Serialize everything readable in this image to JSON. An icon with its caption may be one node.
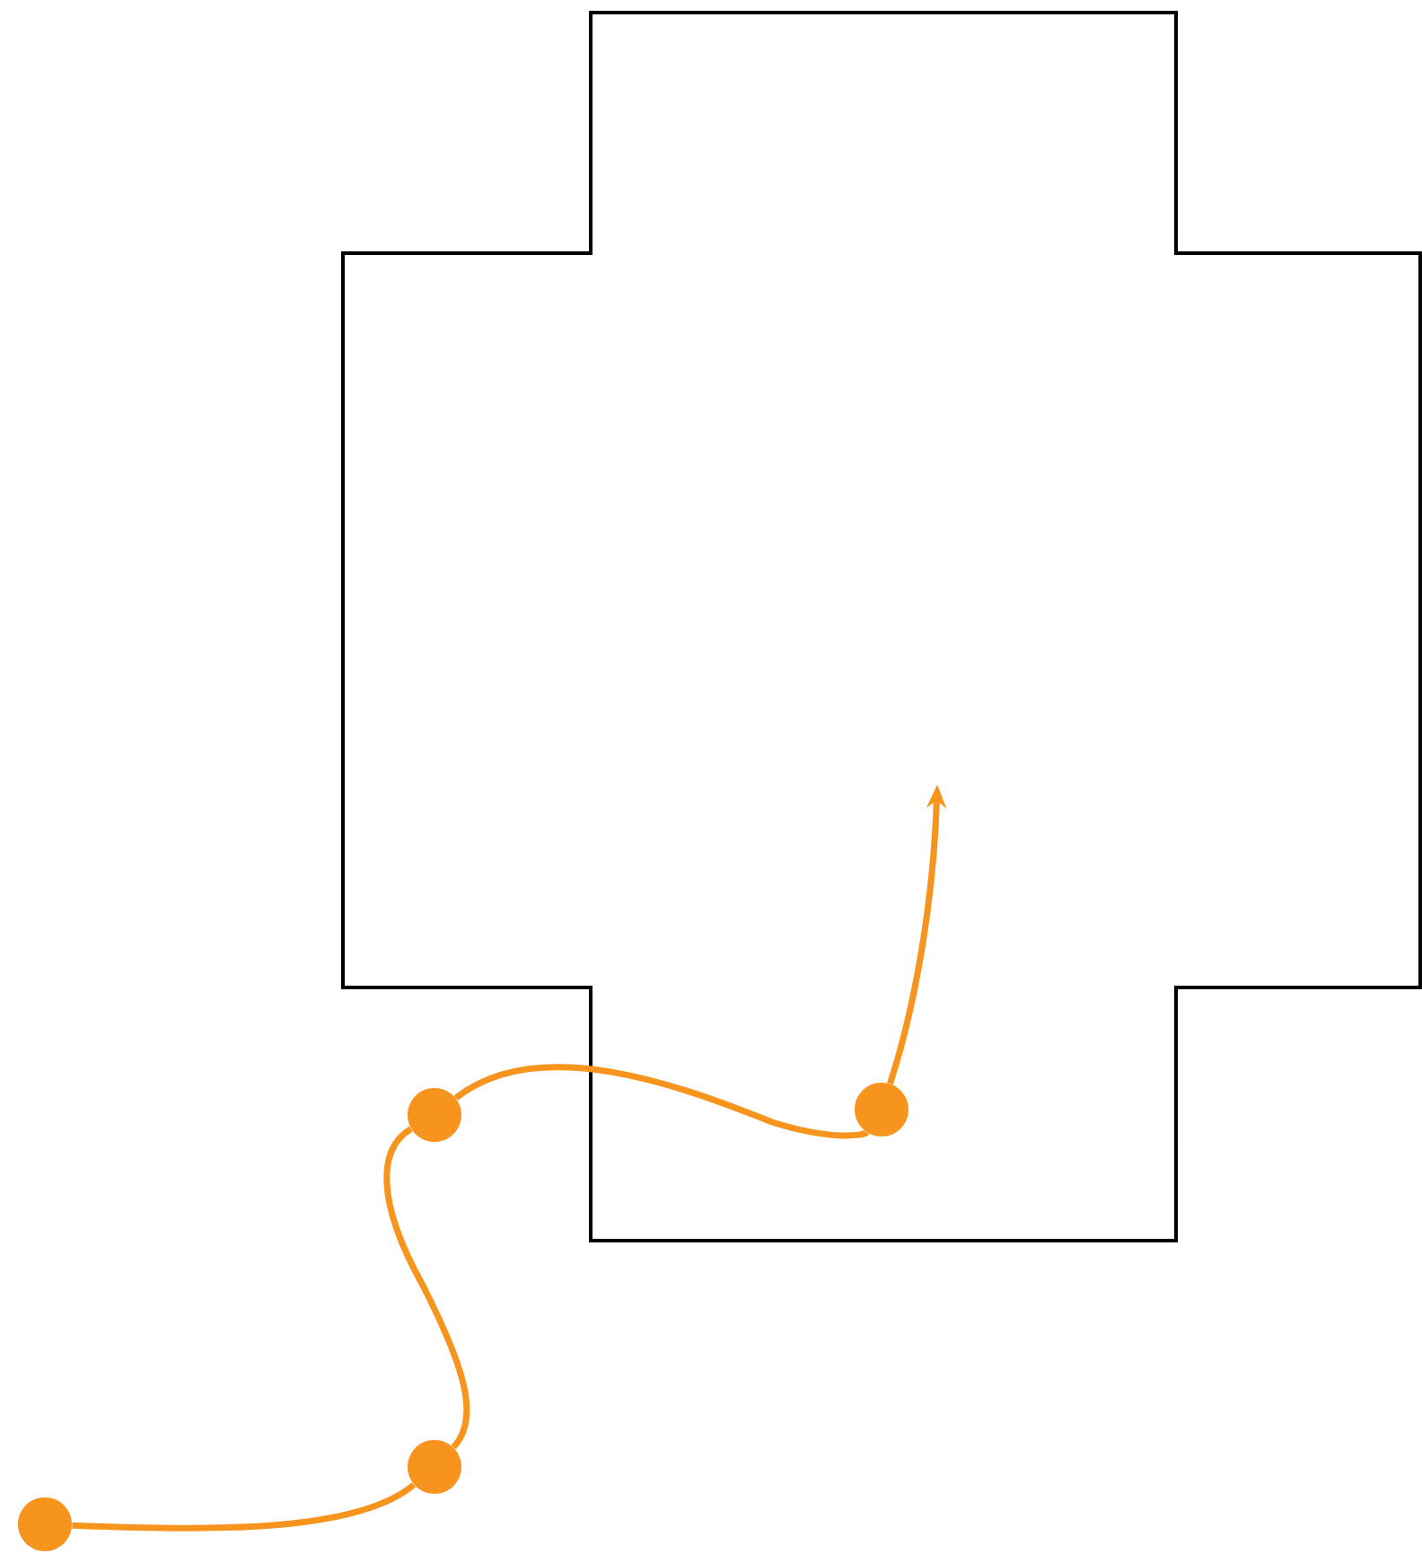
{
  "diagram": {
    "nodes": [
      {
        "text": [],
        "shape": "circle"
      },
      {
        "text": [],
        "shape": "circle"
      },
      {
        "text": [],
        "shape": "circle"
      },
      {
        "text": [],
        "shape": "circle"
      }
    ],
    "edges": [
      {
        "from": 0,
        "to": 1,
        "arrow": "none"
      },
      {
        "from": 1,
        "to": 2,
        "arrow": "none"
      },
      {
        "from": 2,
        "to": 3,
        "arrow": "none"
      },
      {
        "from": 3,
        "to": null,
        "arrow": "to"
      }
    ]
  }
}
